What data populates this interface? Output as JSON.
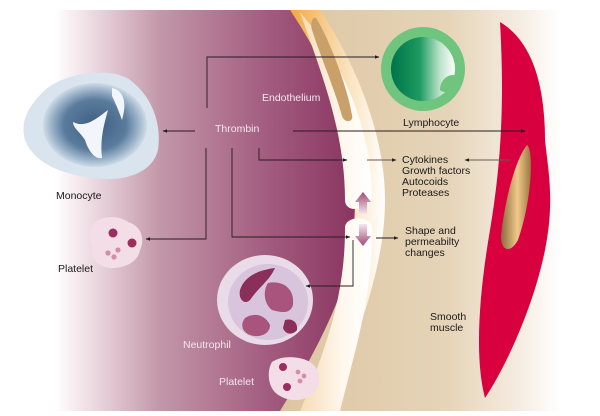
{
  "diagram": {
    "colors": {
      "lumen_purple": "#8e3a64",
      "endothelium_orange": "#f0b04a",
      "interstitium_tan": "#e0ccaa",
      "smooth_muscle_red": "#d8003f",
      "lymphocyte_green": "#6fc47e",
      "monocyte_blue": "#4c6e90"
    },
    "labels": {
      "thrombin": "Thrombin",
      "endothelium": "Endothelium",
      "lymphocyte": "Lymphocyte",
      "monocyte": "Monocyte",
      "platelet_upper": "Platelet",
      "platelet_lower": "Platelet",
      "neutrophil": "Neutrophil",
      "smooth_muscle": [
        "Smooth",
        "muscle"
      ],
      "secreted_factors": [
        "Cytokines",
        "Growth factors",
        "Autocoids",
        "Proteases"
      ],
      "shape_changes": [
        "Shape and",
        "permeabilty",
        "changes"
      ]
    },
    "nodes": [
      {
        "id": "thrombin",
        "label": "Thrombin"
      },
      {
        "id": "monocyte",
        "label": "Monocyte"
      },
      {
        "id": "platelet",
        "label": "Platelet"
      },
      {
        "id": "lymphocyte",
        "label": "Lymphocyte"
      },
      {
        "id": "smooth-muscle",
        "label": "Smooth muscle"
      },
      {
        "id": "endothelium",
        "label": "Endothelium"
      },
      {
        "id": "neutrophil",
        "label": "Neutrophil"
      },
      {
        "id": "secreted-factors",
        "label": "Cytokines, Growth factors, Autocoids, Proteases"
      },
      {
        "id": "shape-changes",
        "label": "Shape and permeabilty changes"
      }
    ],
    "edges": [
      {
        "from": "thrombin",
        "to": "monocyte"
      },
      {
        "from": "thrombin",
        "to": "lymphocyte"
      },
      {
        "from": "thrombin",
        "to": "smooth-muscle"
      },
      {
        "from": "thrombin",
        "to": "platelet"
      },
      {
        "from": "thrombin",
        "to": "endothelium"
      },
      {
        "from": "thrombin",
        "to": "endothelium"
      },
      {
        "from": "endothelium",
        "to": "secreted-factors"
      },
      {
        "from": "smooth-muscle",
        "to": "secreted-factors"
      },
      {
        "from": "endothelium",
        "to": "shape-changes"
      },
      {
        "from": "endothelium",
        "to": "neutrophil"
      }
    ]
  }
}
